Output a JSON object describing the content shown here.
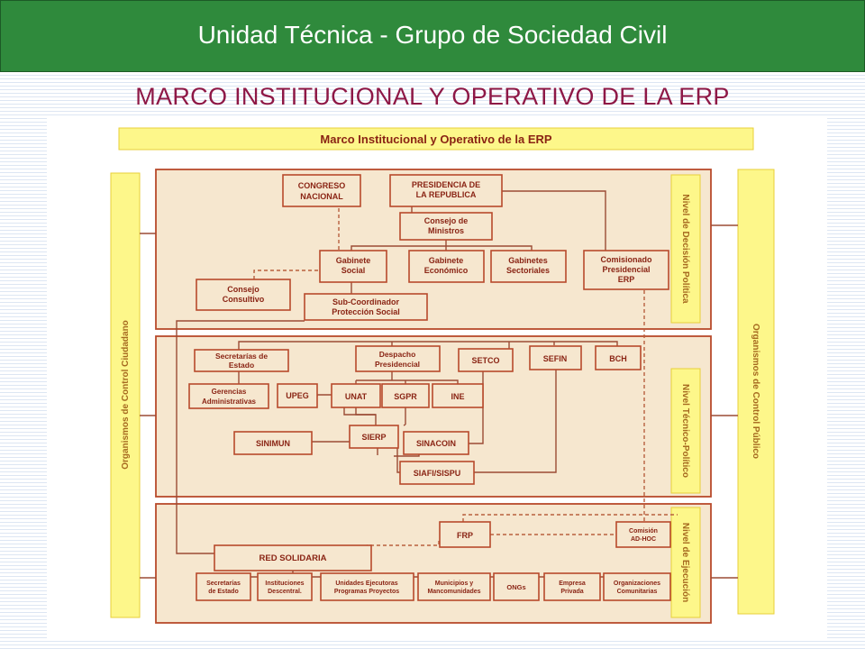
{
  "header": {
    "title": "Unidad Técnica - Grupo de Sociedad Civil"
  },
  "slide": {
    "subtitle": "MARCO INSTITUCIONAL Y OPERATIVO DE LA ERP"
  },
  "diagram": {
    "title": "Marco Institucional y Operativo de la ERP",
    "left_column": "Organismos de Control Ciudadano",
    "right_column": "Organismos de Control Público",
    "levels": {
      "decision": "Nivel de Decisión Política",
      "tecnico": "Nivel Técnico-Político",
      "ejecucion": "Nivel de Ejecución"
    },
    "nodes": {
      "congreso": [
        "CONGRESO",
        "NACIONAL"
      ],
      "presidencia": [
        "PRESIDENCIA DE",
        "LA REPUBLICA"
      ],
      "consejo_ministros": [
        "Consejo de",
        "Ministros"
      ],
      "gabinete_social": [
        "Gabinete",
        "Social"
      ],
      "gabinete_economico": [
        "Gabinete",
        "Económico"
      ],
      "gabinetes_sectoriales": [
        "Gabinetes",
        "Sectoriales"
      ],
      "comisionado": [
        "Comisionado",
        "Presidencial",
        "ERP"
      ],
      "consejo_consultivo": [
        "Consejo",
        "Consultivo"
      ],
      "subcoordinador": [
        "Sub-Coordinador",
        "Protección Social"
      ],
      "secretarias_estado": [
        "Secretarías de",
        "Estado"
      ],
      "despacho": [
        "Despacho",
        "Presidencial"
      ],
      "setco": [
        "SETCO"
      ],
      "sefin": [
        "SEFIN"
      ],
      "bch": [
        "BCH"
      ],
      "gerencias": [
        "Gerencias",
        "Administrativas"
      ],
      "upeg": [
        "UPEG"
      ],
      "unat": [
        "UNAT"
      ],
      "sgpr": [
        "SGPR"
      ],
      "ine": [
        "INE"
      ],
      "sinimun": [
        "SINIMUN"
      ],
      "sierp": [
        "SIERP"
      ],
      "sinacoin": [
        "SINACOIN"
      ],
      "siafi": [
        "SIAFI/SISPU"
      ],
      "frp": [
        "FRP"
      ],
      "comision": [
        "Comisión",
        "AD-HOC"
      ],
      "red_solidaria": [
        "RED SOLIDARIA"
      ],
      "sec_estado_2": [
        "Secretarías",
        "de Estado"
      ],
      "instituciones": [
        "Instituciones",
        "Descentral."
      ],
      "unidades": [
        "Unidades Ejecutoras",
        "Programas Proyectos"
      ],
      "municipios": [
        "Municipios y",
        "Mancomunidades"
      ],
      "ongs": [
        "ONGs"
      ],
      "empresa": [
        "Empresa",
        "Privada"
      ],
      "organizaciones": [
        "Organizaciones",
        "Comunitarias"
      ]
    }
  },
  "colors": {
    "header_green": "#2f8a3c",
    "subtitle_red": "#8e1846",
    "box_fill": "#f6e7cf",
    "box_border": "#b84a2b",
    "column_yellow": "#fdf78a"
  }
}
